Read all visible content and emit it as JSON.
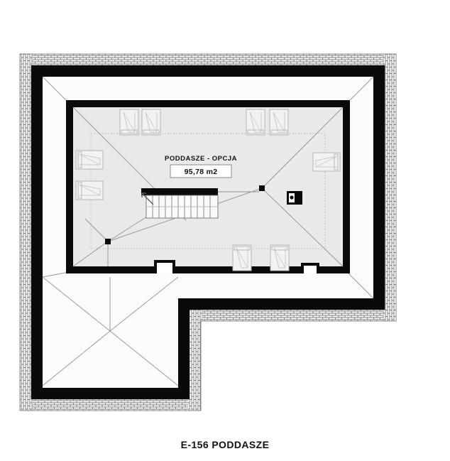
{
  "document": {
    "caption": "E-156 PODDASZE",
    "drawing_type": "architectural-floor-plan",
    "background_color": "#ffffff"
  },
  "plan": {
    "room_label": {
      "title": "PODDASZE - OPCJA",
      "area": "95,78 m2"
    },
    "colors": {
      "wall_black": "#0a0a0a",
      "attic_floor_grey": "#e9e9e9",
      "roof_white": "#fbfbfb",
      "hatch_line": "#6f6f6f",
      "hip_line": "#9a9a9a",
      "dashed_line": "#bbbbbb",
      "text": "#111111"
    },
    "elements": {
      "hatch_band_name": "brick-hatched-outer-wall",
      "wall_band_name": "solid-black-wall",
      "roof_name": "hip-roof-surface",
      "attic_name": "attic-floor-area",
      "stairs_name": "staircase",
      "chimney_icon_name": "chimney-flue-symbol",
      "node_name": "roof-ridge-node"
    },
    "skylights": {
      "top_left_group_count": 2,
      "top_right_group_count": 2,
      "left_wall_count": 2,
      "right_wall_count": 1,
      "bottom_group_count": 2
    },
    "dormers": {
      "bottom_count": 2
    },
    "staircase": {
      "tread_count": 11
    }
  }
}
